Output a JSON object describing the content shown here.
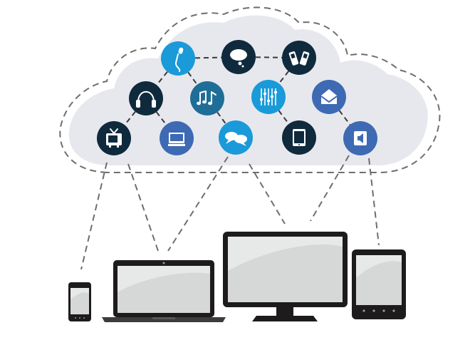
{
  "colors": {
    "cloud_fill": "#e7e8ee",
    "cloud_outline": "#6e6e6e",
    "node_light_blue": "#1a9ad8",
    "node_mid_blue": "#3d6ab3",
    "node_teal_blue": "#1f6e97",
    "node_dark_navy": "#0f2a3d",
    "device_body": "#1e1b1c",
    "device_screen": "#d6d8d8"
  },
  "cloud_icons": [
    {
      "name": "microphone-icon",
      "color": "#1a9ad8"
    },
    {
      "name": "chat-bubble-icon",
      "color": "#0f2a3d"
    },
    {
      "name": "mobile-phones-icon",
      "color": "#0f2a3d"
    },
    {
      "name": "headphones-icon",
      "color": "#0f2a3d"
    },
    {
      "name": "music-notes-icon",
      "color": "#1f6e97"
    },
    {
      "name": "equalizer-icon",
      "color": "#1a9ad8"
    },
    {
      "name": "email-icon",
      "color": "#3d6ab3"
    },
    {
      "name": "television-icon",
      "color": "#0f2a3d"
    },
    {
      "name": "computer-icon",
      "color": "#3d6ab3"
    },
    {
      "name": "chat-bubbles-icon",
      "color": "#1a9ad8"
    },
    {
      "name": "tablet-device-icon",
      "color": "#0f2a3d"
    },
    {
      "name": "speaker-icon",
      "color": "#3d6ab3"
    }
  ],
  "devices": [
    {
      "name": "smartphone"
    },
    {
      "name": "laptop"
    },
    {
      "name": "desktop-monitor"
    },
    {
      "name": "tablet"
    }
  ]
}
